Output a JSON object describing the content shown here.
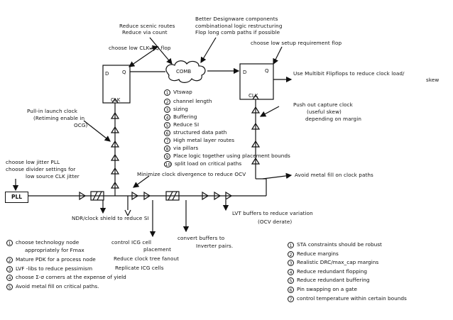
{
  "flop_left": {
    "d": "D",
    "q": "Q",
    "clk": "CLK"
  },
  "flop_right": {
    "d": "D",
    "q": "Q",
    "clk": "CLK"
  },
  "comb": "COMB",
  "pll": "PLL",
  "notes": {
    "reduce_scenic": [
      "Reduce scenic routes",
      "Reduce via count"
    ],
    "better_designware": [
      "Better Designware components",
      "combinational logic restructuring",
      "Flop long comb paths if possible"
    ],
    "choose_low_clk_flop": "choose low CLK->Q flop",
    "choose_low_setup_flop": "choose low setup requirement flop",
    "multibit": [
      "Use Multibit Flipflops to reduce clock load/",
      "skew"
    ],
    "pull_in_launch": [
      "Pull-in launch clock",
      "(Retiming enable in",
      "OCG)"
    ],
    "push_out_capture": [
      "Push out capture clock",
      "(useful skew)",
      "depending on margin"
    ],
    "pll_jitter": [
      "choose low jitter PLL",
      "choose divider settings for",
      "low source CLK jitter"
    ],
    "minimize_divergence": "Minimize clock divergence to reduce OCV",
    "avoid_metal_fill_clock": "Avoid metal fill on clock paths",
    "ndr_shield": "NDR/clock shield to reduce SI",
    "control_icg": [
      "control ICG cell",
      "placement"
    ],
    "convert_buffers": [
      "convert buffers to",
      "Inverter pairs."
    ],
    "lvt_buffers": [
      "LVT buffers to reduce variation",
      "(OCV derate)"
    ]
  },
  "center_list": [
    {
      "n": "1",
      "text": "Vtswap"
    },
    {
      "n": "2",
      "text": "channel length"
    },
    {
      "n": "3",
      "text": "sizing"
    },
    {
      "n": "4",
      "text": "Buffering"
    },
    {
      "n": "5",
      "text": "Reduce SI"
    },
    {
      "n": "6",
      "text": "structured data path"
    },
    {
      "n": "7",
      "text": "High metal layer routes"
    },
    {
      "n": "8",
      "text": "via pillars"
    },
    {
      "n": "9",
      "text": "Place logic together using placement bounds"
    },
    {
      "n": "10",
      "text": "split load on critical paths"
    }
  ],
  "left_list": [
    {
      "n": "1",
      "text": "choose technology node"
    },
    {
      "n": "",
      "text": "appropriately for Fmax"
    },
    {
      "n": "2",
      "text": "Mature PDK for a process node"
    },
    {
      "n": "3",
      "text": "LVF -libs to reduce pessimism"
    },
    {
      "n": "4",
      "text": "choose Σ-σ corners at the expense of yield"
    },
    {
      "n": "5",
      "text": "Avoid metal fill on critical paths."
    }
  ],
  "mid_notes": {
    "clock_tree_fanout": "Reduce clock tree fanout",
    "replicate_icg": "Replicate ICG cells"
  },
  "right_list": [
    {
      "n": "1",
      "text": "STA constraints should be robust"
    },
    {
      "n": "2",
      "text": "Reduce margins"
    },
    {
      "n": "3",
      "text": "Realistic DRC/max_cap margins"
    },
    {
      "n": "4",
      "text": "Reduce redundant flopping"
    },
    {
      "n": "5",
      "text": "Reduce redundant buffering"
    },
    {
      "n": "6",
      "text": "Pin swapping on a gate"
    },
    {
      "n": "7",
      "text": "control temperature within certain bounds"
    }
  ]
}
